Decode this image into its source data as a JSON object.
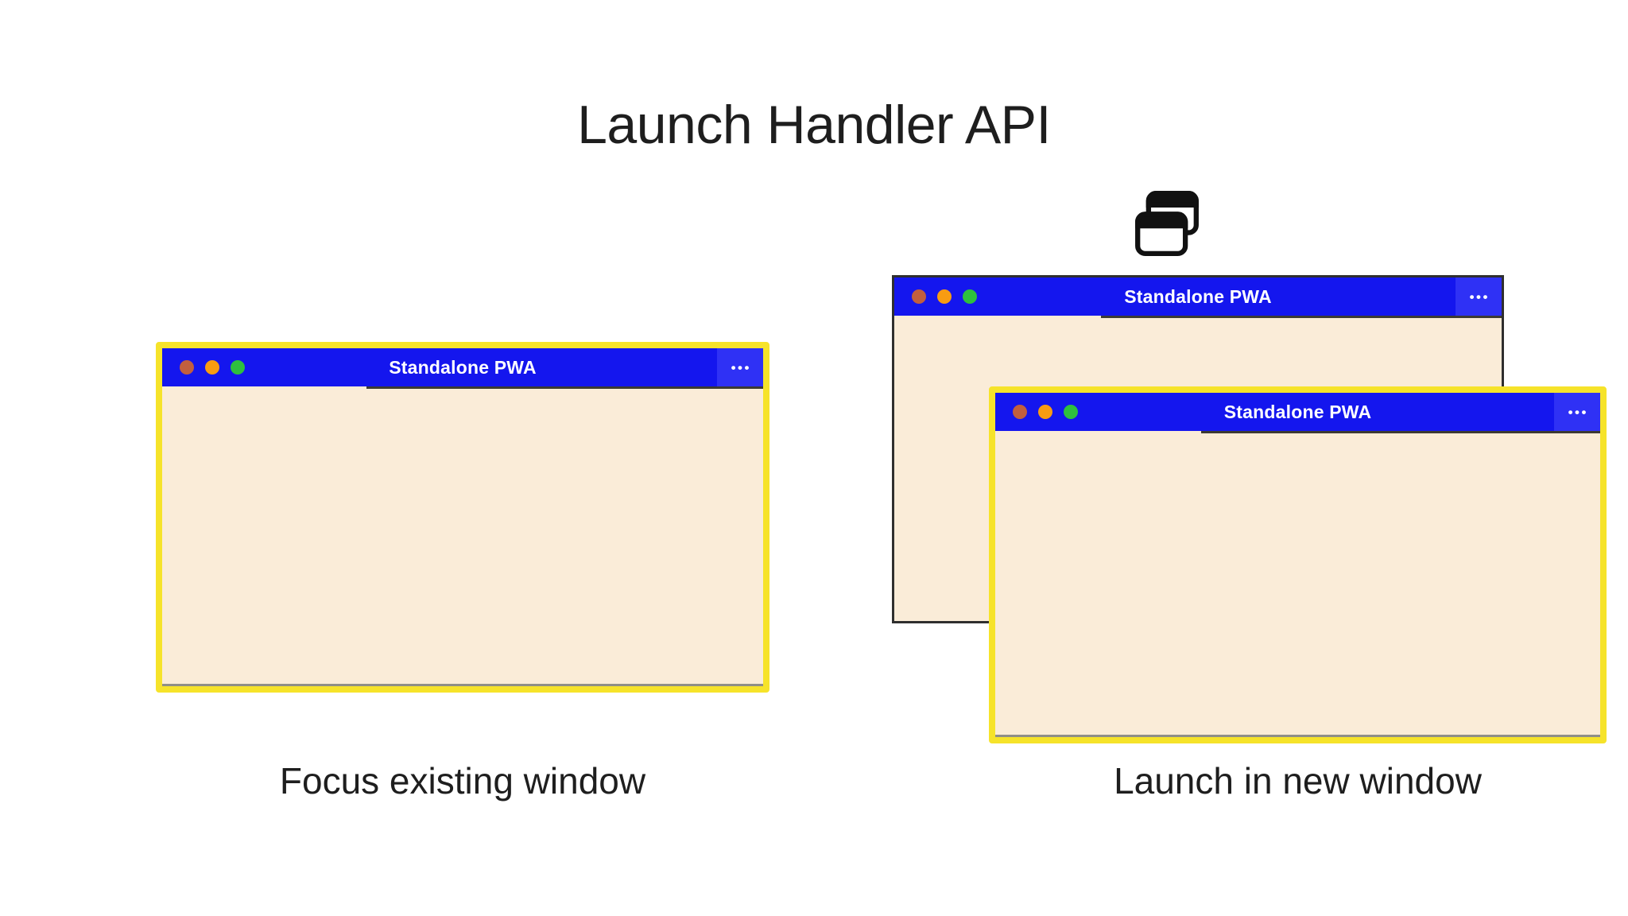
{
  "header": {
    "title": "Launch Handler API",
    "icon": "overlapping-windows-icon"
  },
  "windows": [
    {
      "id": "existing",
      "title": "Standalone PWA",
      "highlighted": true
    },
    {
      "id": "back",
      "title": "Standalone PWA",
      "highlighted": false
    },
    {
      "id": "new",
      "title": "Standalone PWA",
      "highlighted": true
    }
  ],
  "window_menu_glyph": "•••",
  "panels": [
    {
      "caption": "Focus existing window"
    },
    {
      "caption": "Launch in new window"
    }
  ],
  "colors": {
    "page_bg": "#ffffff",
    "text": "#1e1e1e",
    "titlebar_blue": "#1416ee",
    "menu_segment_blue": "#2f31f5",
    "titlebar_shadow": "#3c3a33",
    "window_body": "#faecd8",
    "body_bottom_line": "#8f8f88",
    "highlight_yellow": "#f6e32a",
    "plain_border": "#2f2f2f",
    "dot_red": "#c25f3e",
    "dot_orange": "#f89c12",
    "dot_green": "#2ec03e",
    "window_title_color": "#ffffff"
  }
}
